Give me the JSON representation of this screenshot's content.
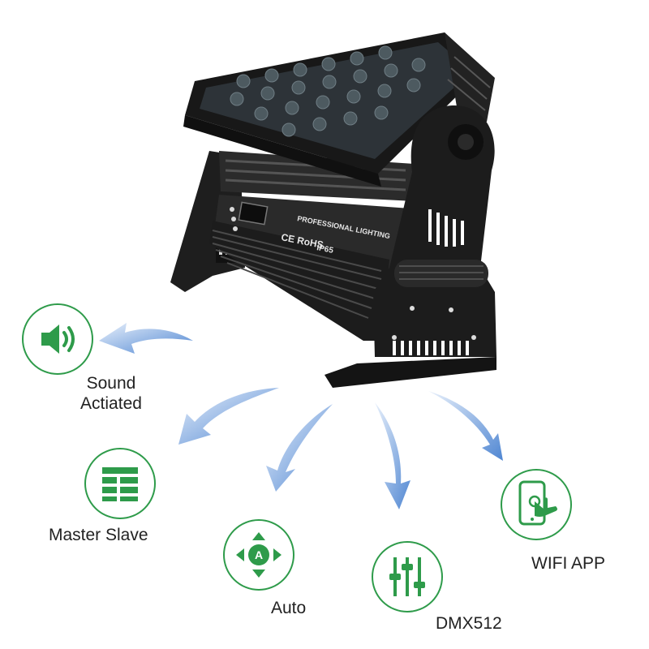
{
  "product": {
    "panel_title": "PROFESSIONAL LIGHTING",
    "certifications": "CE RoHS",
    "ip_rating": "IP65"
  },
  "features": [
    {
      "label": "Sound Actiated",
      "icon": "speaker-icon"
    },
    {
      "label": "Master Slave",
      "icon": "grid-list-icon"
    },
    {
      "label": "Auto",
      "icon": "direction-pad-icon"
    },
    {
      "label": "DMX512",
      "icon": "sliders-icon"
    },
    {
      "label": "WIFI APP",
      "icon": "phone-tap-icon"
    }
  ],
  "colors": {
    "icon_green": "#2e9b4a",
    "arrow_blue": "#5b8fd6",
    "fixture_black": "#1b1b1b"
  }
}
